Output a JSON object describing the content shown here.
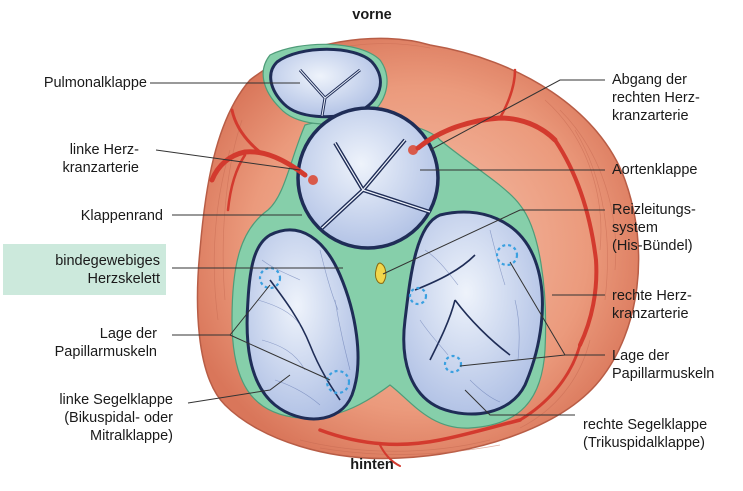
{
  "orientation": {
    "top": "vorne",
    "bottom": "hinten"
  },
  "labels": {
    "pulmonalklappe": "Pulmonalklappe",
    "linke_herzkranzarterie": "linke Herz-\nkranzarterie",
    "klappenrand": "Klappenrand",
    "herzskelett": "bindegewebiges\nHerzskelett",
    "papillarmuskeln_left": "Lage der\nPapillarmuskeln",
    "linke_segelklappe": "linke Segelklappe\n(Bikuspidal- oder\nMitralklappe)",
    "abgang": "Abgang der\nrechten Herz-\nkranzarterie",
    "aortenklappe": "Aortenklappe",
    "reizleitung": "Reizleitungs-\nsystem\n(His-Bündel)",
    "rechte_herzkranzarterie": "rechte Herz-\nkranzarterie",
    "papillarmuskeln_right": "Lage der\nPapillarmuskeln",
    "rechte_segelklappe": "rechte Segelklappe\n(Trikuspidalklappe)"
  },
  "colors": {
    "muscle": "#e58a6c",
    "muscle_dark": "#c65a42",
    "skeleton": "#7fcaa6",
    "valve": "#c9d6ef",
    "valve_edge": "#2a3a66",
    "artery": "#d9392c",
    "marker": "#3aa0e0",
    "highlight": "#cce9dc"
  }
}
